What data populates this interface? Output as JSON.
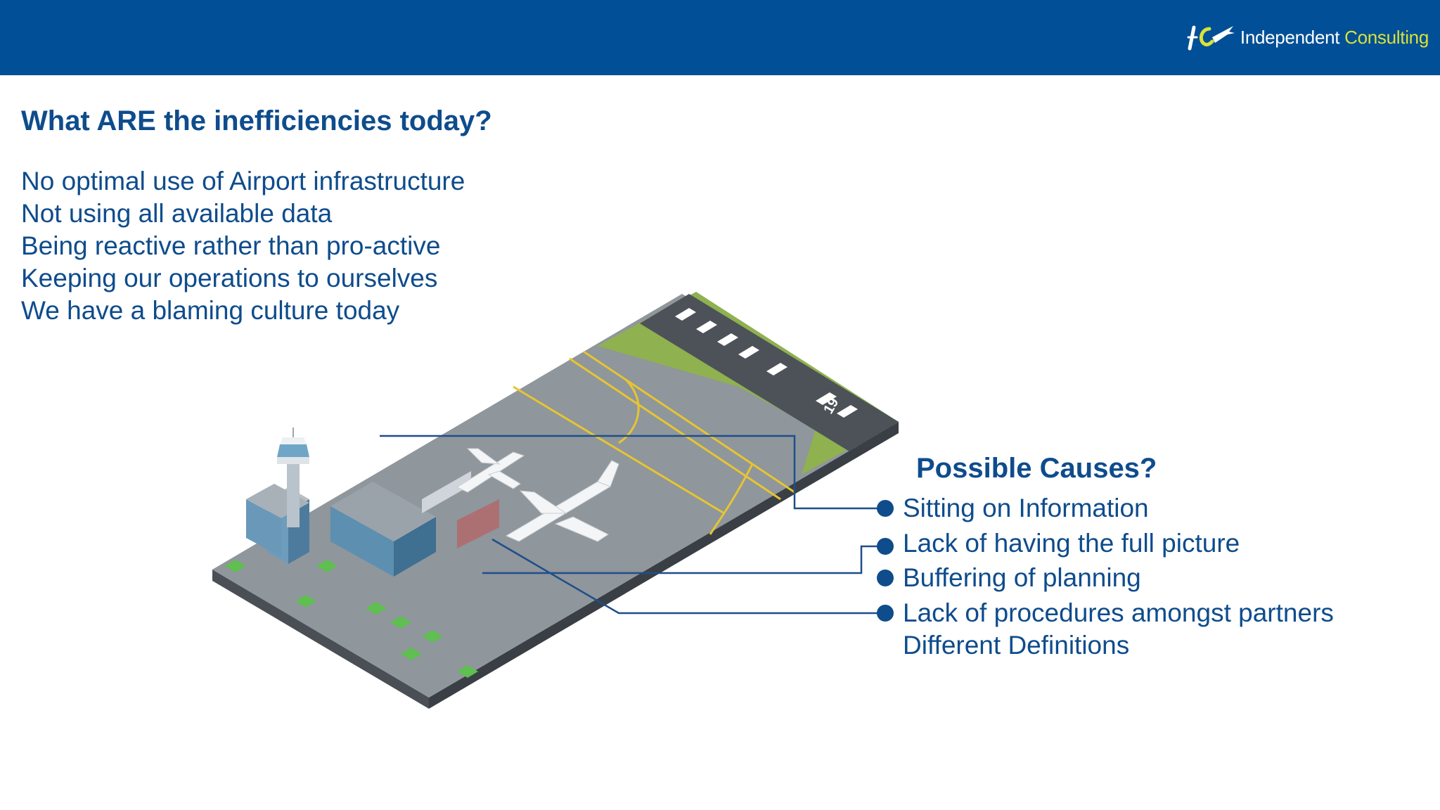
{
  "header": {
    "brand_name": "Independent",
    "brand_accent": "Consulting",
    "bar_color": "#014f96",
    "accent_color": "#d8e23a"
  },
  "main": {
    "title": "What ARE the inefficiencies today?",
    "bullets": [
      "No optimal use of Airport infrastructure",
      "Not using all available data",
      "Being reactive rather than pro-active",
      "Keeping our operations to ourselves",
      "We have a blaming culture today"
    ]
  },
  "illustration": {
    "runway_number": "19"
  },
  "causes": {
    "title": "Possible Causes?",
    "items": [
      "Sitting on Information",
      "Lack of having the full picture",
      "Buffering of planning",
      "Lack of procedures amongst partners",
      "Different Definitions"
    ]
  },
  "colors": {
    "text": "#0e4c8c",
    "connector": "#1f4e8a"
  }
}
